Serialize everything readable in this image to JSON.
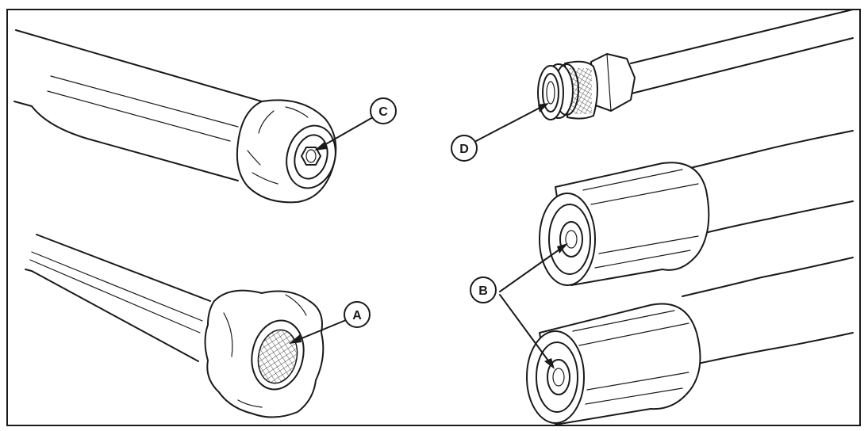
{
  "callouts": {
    "a": "A",
    "b": "B",
    "c": "C",
    "d": "D"
  },
  "colors": {
    "ink": "#1a1a1a",
    "paper": "#ffffff"
  }
}
